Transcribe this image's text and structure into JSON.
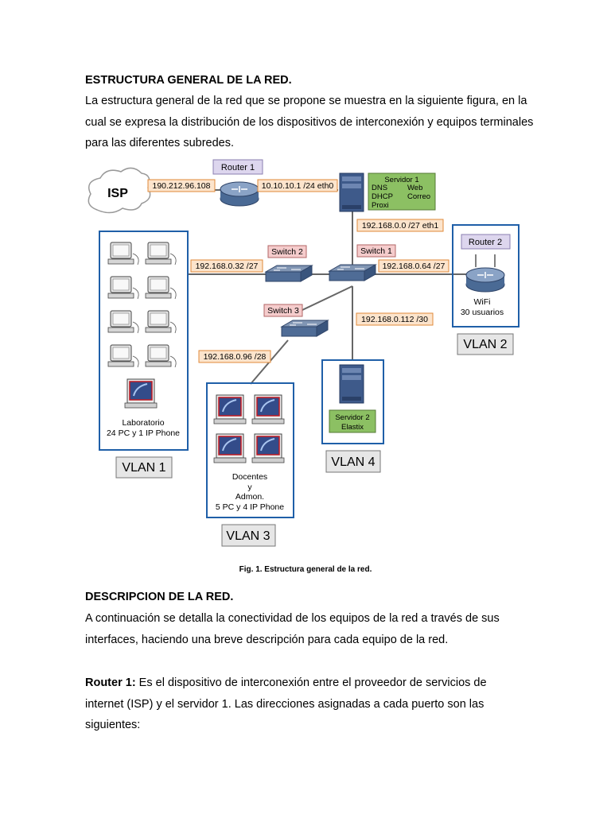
{
  "section1": {
    "heading": "ESTRUCTURA GENERAL DE LA RED.",
    "lines": [
      "La estructura general de la red  que se propone se muestra en la siguiente figura, en la",
      "cual se expresa la distribución de los dispositivos de interconexión y equipos terminales",
      "para las diferentes subredes."
    ]
  },
  "diagram": {
    "isp": "ISP",
    "isp_addr": "190.212.96.108",
    "router1": {
      "title": "Router 1",
      "addr": "10.10.10.1 /24 eth0"
    },
    "server1": {
      "title": "Servidor 1",
      "dns": "DNS",
      "web": "Web",
      "dhcp": "DHCP",
      "correo": "Correo",
      "proxi": "Proxi",
      "addr": "192.168.0.0 /27 eth1"
    },
    "switch1": {
      "title": "Switch 1",
      "addr": "192.168.0.64 /27"
    },
    "switch2": {
      "title": "Switch 2",
      "addr": "192.168.0.32 /27"
    },
    "switch3": {
      "title": "Switch 3",
      "addr": "192.168.0.96 /28"
    },
    "server2_addr": "192.168.0.112 /30",
    "router2": {
      "title": "Router 2",
      "wifi": "WiFi",
      "users": "30 usuarios"
    },
    "lab": {
      "line1": "Laboratorio",
      "line2": "24 PC y 1 IP Phone"
    },
    "docentes": {
      "line1": "Docentes",
      "line2": "y",
      "line3": "Admon.",
      "line4": "5 PC y 4 IP Phone"
    },
    "server2": {
      "line1": "Servidor 2",
      "line2": "Elastix"
    },
    "vlans": {
      "v1": "VLAN 1",
      "v2": "VLAN 2",
      "v3": "VLAN 3",
      "v4": "VLAN 4"
    }
  },
  "caption": "Fig. 1. Estructura general de la red.",
  "section2": {
    "heading": "DESCRIPCION DE LA RED.",
    "lines": [
      "A continuación se detalla la conectividad de los equipos de la red a través de sus",
      "interfaces, haciendo una breve descripción para cada equipo de la red."
    ]
  },
  "section3": {
    "label": "Router 1:",
    "line1_rest": " Es el dispositivo de interconexión entre el proveedor de servicios de",
    "line2": "internet (ISP) y el servidor 1. Las direcciones asignadas a cada puerto son las",
    "line3": "siguientes:"
  },
  "colors": {
    "label_fill": "#fce4cc",
    "router_box": "#ddd6ee",
    "switch_box": "#f5cccc",
    "server_green": "#8cc063",
    "vlan_border": "#1f5fa8",
    "vlan_label_fill": "#e6e6e6"
  }
}
